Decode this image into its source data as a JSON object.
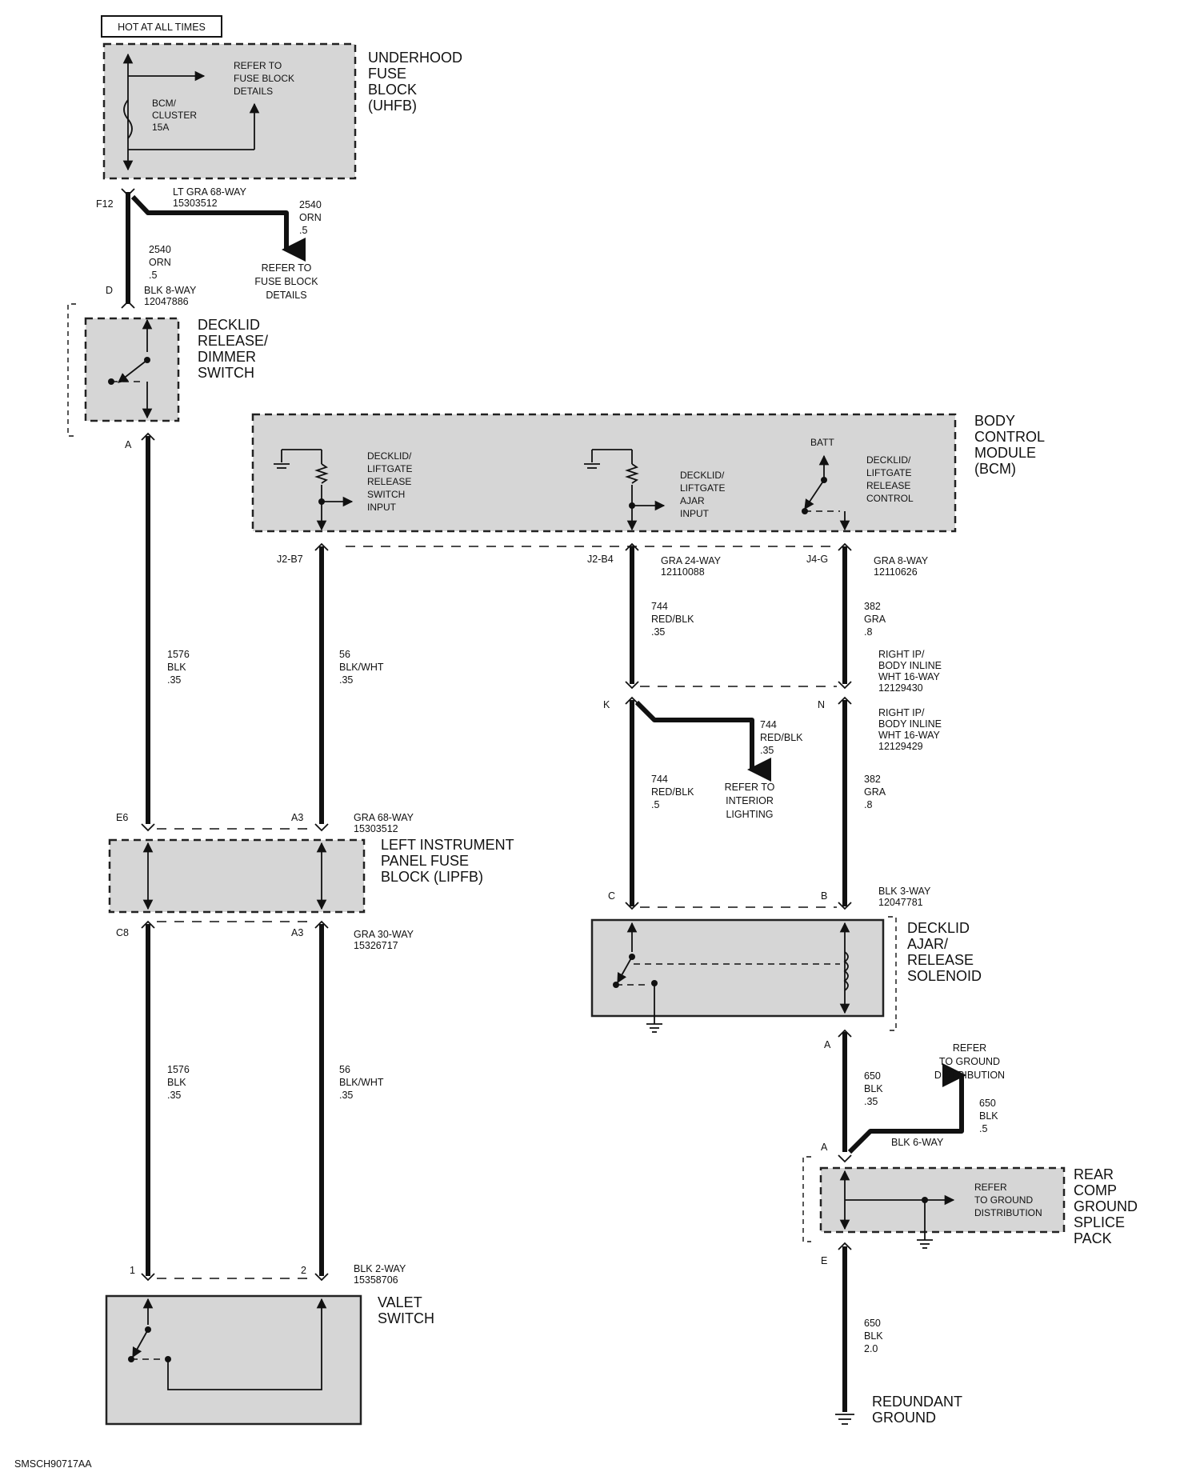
{
  "header": {
    "hot_at_all_times": "HOT AT ALL TIMES"
  },
  "uhfb": {
    "name": [
      "UNDERHOOD",
      "FUSE",
      "BLOCK",
      "(UHFB)"
    ],
    "refer": [
      "REFER TO",
      "FUSE BLOCK",
      "DETAILS"
    ],
    "fuse": [
      "BCM/",
      "CLUSTER",
      "15A"
    ],
    "fuse_pin": "F12",
    "connector": [
      "LT GRA 68-WAY",
      "15303512"
    ]
  },
  "uhfb_branch": {
    "wire": [
      "2540",
      "ORN",
      ".5"
    ],
    "refer": [
      "REFER TO",
      "FUSE BLOCK",
      "DETAILS"
    ]
  },
  "wire_2540": [
    "2540",
    "ORN",
    ".5"
  ],
  "decklid_switch": {
    "pin_top": "D",
    "connector": [
      "BLK 8-WAY",
      "12047886"
    ],
    "name": [
      "DECKLID",
      "RELEASE/",
      "DIMMER",
      "SWITCH"
    ],
    "pin_bottom": "A"
  },
  "bcm": {
    "name": [
      "BODY",
      "CONTROL",
      "MODULE",
      "(BCM)"
    ],
    "input1": [
      "DECKLID/",
      "LIFTGATE",
      "RELEASE",
      "SWITCH",
      "INPUT"
    ],
    "input2": [
      "DECKLID/",
      "LIFTGATE",
      "AJAR",
      "INPUT"
    ],
    "control": [
      "DECKLID/",
      "LIFTGATE",
      "RELEASE",
      "CONTROL"
    ],
    "batt": "BATT",
    "pin_j2b7": "J2-B7",
    "pin_j2b4": "J2-B4",
    "pin_j4g": "J4-G",
    "conn_24": [
      "GRA 24-WAY",
      "12110088"
    ],
    "conn_8": [
      "GRA 8-WAY",
      "12110626"
    ]
  },
  "wire_1576_top": [
    "1576",
    "BLK",
    ".35"
  ],
  "wire_56_top": [
    "56",
    "BLK/WHT",
    ".35"
  ],
  "wire_744_top": [
    "744",
    "RED/BLK",
    ".35"
  ],
  "wire_382_top": [
    "382",
    "GRA",
    ".8"
  ],
  "inline_430": [
    "RIGHT IP/",
    "BODY INLINE",
    "WHT 16-WAY",
    "12129430"
  ],
  "inline_429": [
    "RIGHT IP/",
    "BODY INLINE",
    "WHT 16-WAY",
    "12129429"
  ],
  "pin_k": "K",
  "pin_n": "N",
  "branch_744": {
    "wire": [
      "744",
      "RED/BLK",
      ".35"
    ],
    "refer": [
      "REFER TO",
      "INTERIOR",
      "LIGHTING"
    ]
  },
  "wire_744_bot": [
    "744",
    "RED/BLK",
    ".5"
  ],
  "wire_382_bot": [
    "382",
    "GRA",
    ".8"
  ],
  "lipfb": {
    "name": [
      "LEFT INSTRUMENT",
      "PANEL FUSE",
      "BLOCK (LIPFB)"
    ],
    "pin_e6": "E6",
    "pin_a3_top": "A3",
    "conn_top": [
      "GRA 68-WAY",
      "15303512"
    ],
    "pin_c8": "C8",
    "pin_a3_bot": "A3",
    "conn_bot": [
      "GRA 30-WAY",
      "15326717"
    ]
  },
  "solenoid": {
    "pin_c": "C",
    "pin_b": "B",
    "connector": [
      "BLK 3-WAY",
      "12047781"
    ],
    "name": [
      "DECKLID",
      "AJAR/",
      "RELEASE",
      "SOLENOID"
    ],
    "pin_a": "A"
  },
  "wire_1576_bot": [
    "1576",
    "BLK",
    ".35"
  ],
  "wire_56_bot": [
    "56",
    "BLK/WHT",
    ".35"
  ],
  "valet": {
    "pin1": "1",
    "pin2": "2",
    "connector": [
      "BLK 2-WAY",
      "15358706"
    ],
    "name": [
      "VALET",
      "SWITCH"
    ]
  },
  "wire_650_top": [
    "650",
    "BLK",
    ".35"
  ],
  "ground_refer": [
    "REFER",
    "TO GROUND",
    "DISTRIBUTION"
  ],
  "wire_650_branch": [
    "650",
    "BLK",
    ".5"
  ],
  "splice": {
    "pin_a": "A",
    "connector": "BLK 6-WAY",
    "refer": [
      "REFER",
      "TO GROUND",
      "DISTRIBUTION"
    ],
    "name": [
      "REAR",
      "COMP",
      "GROUND",
      "SPLICE",
      "PACK"
    ],
    "pin_e": "E"
  },
  "wire_650_bot": [
    "650",
    "BLK",
    "2.0"
  ],
  "redundant_ground": [
    "REDUNDANT",
    "GROUND"
  ],
  "figure_id": "SMSCH90717AA"
}
